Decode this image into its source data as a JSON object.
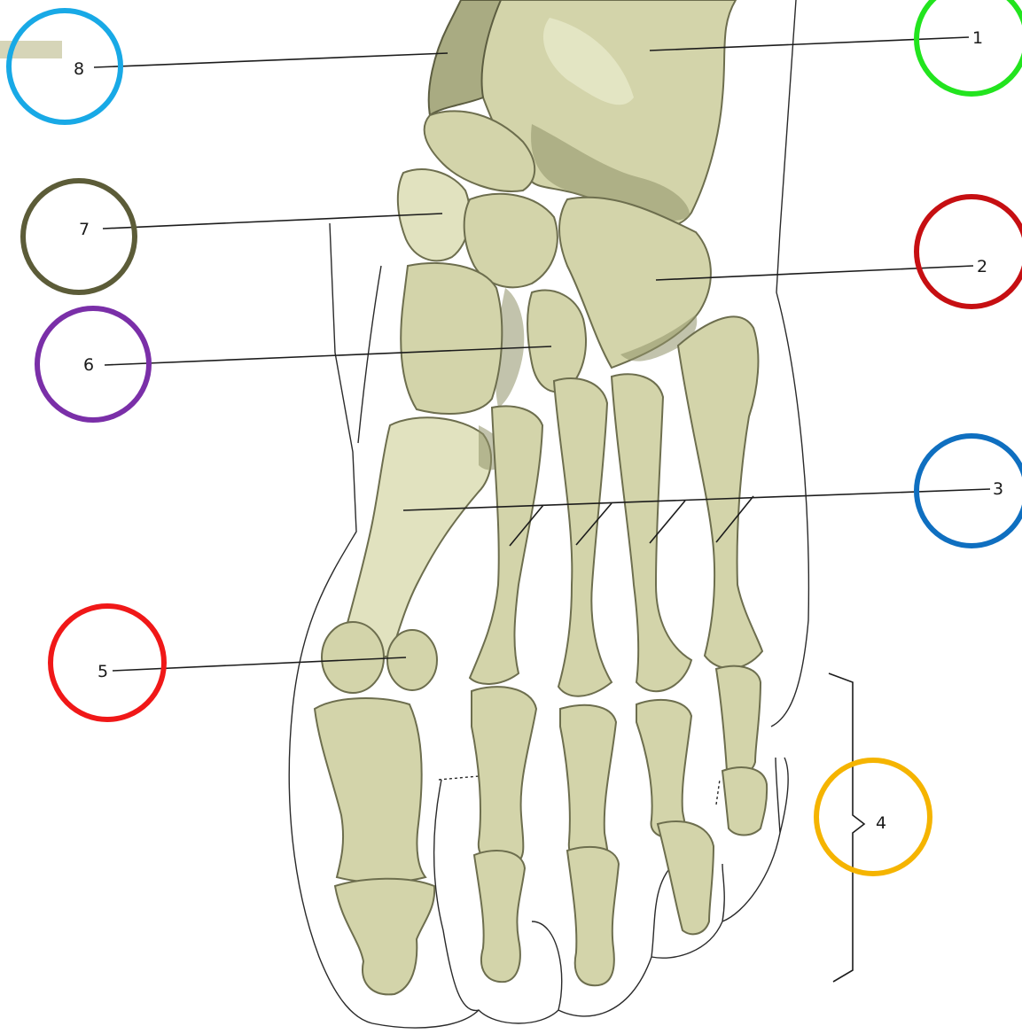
{
  "labels": {
    "l1": "1",
    "l2": "2",
    "l3": "3",
    "l4": "4",
    "l5": "5",
    "l6": "6",
    "l7": "7",
    "l8": "8"
  },
  "ring_colors": {
    "l1": "#22e41e",
    "l2": "#c60f12",
    "l3": "#0f6fc0",
    "l4": "#f5b400",
    "l5": "#f01818",
    "l6": "#7a2fa8",
    "l7": "#5c5c38",
    "l8": "#18a9e6"
  },
  "colors": {
    "bone": "#d3d4aa",
    "bone_shadow": "#a9ab82",
    "outline": "#2a2a2a",
    "corner_tab": "#d6d5b8"
  }
}
